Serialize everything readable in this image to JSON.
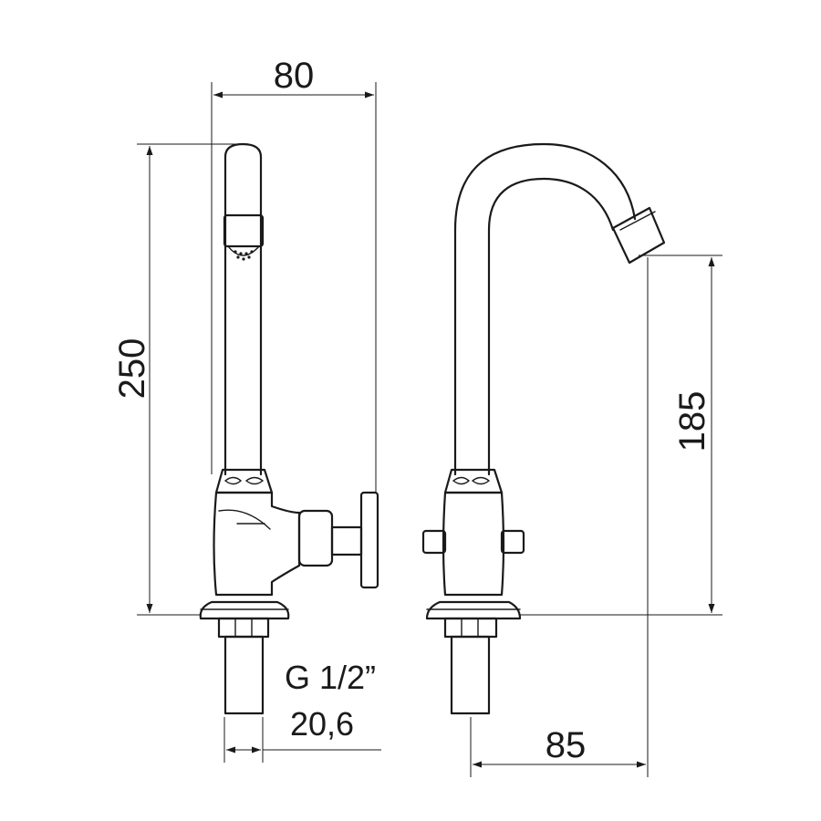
{
  "dimensions": {
    "top_width": "80",
    "height_total": "250",
    "spout_height": "185",
    "spout_reach": "85",
    "thread": "G 1/2”",
    "pipe_diameter": "20,6"
  }
}
